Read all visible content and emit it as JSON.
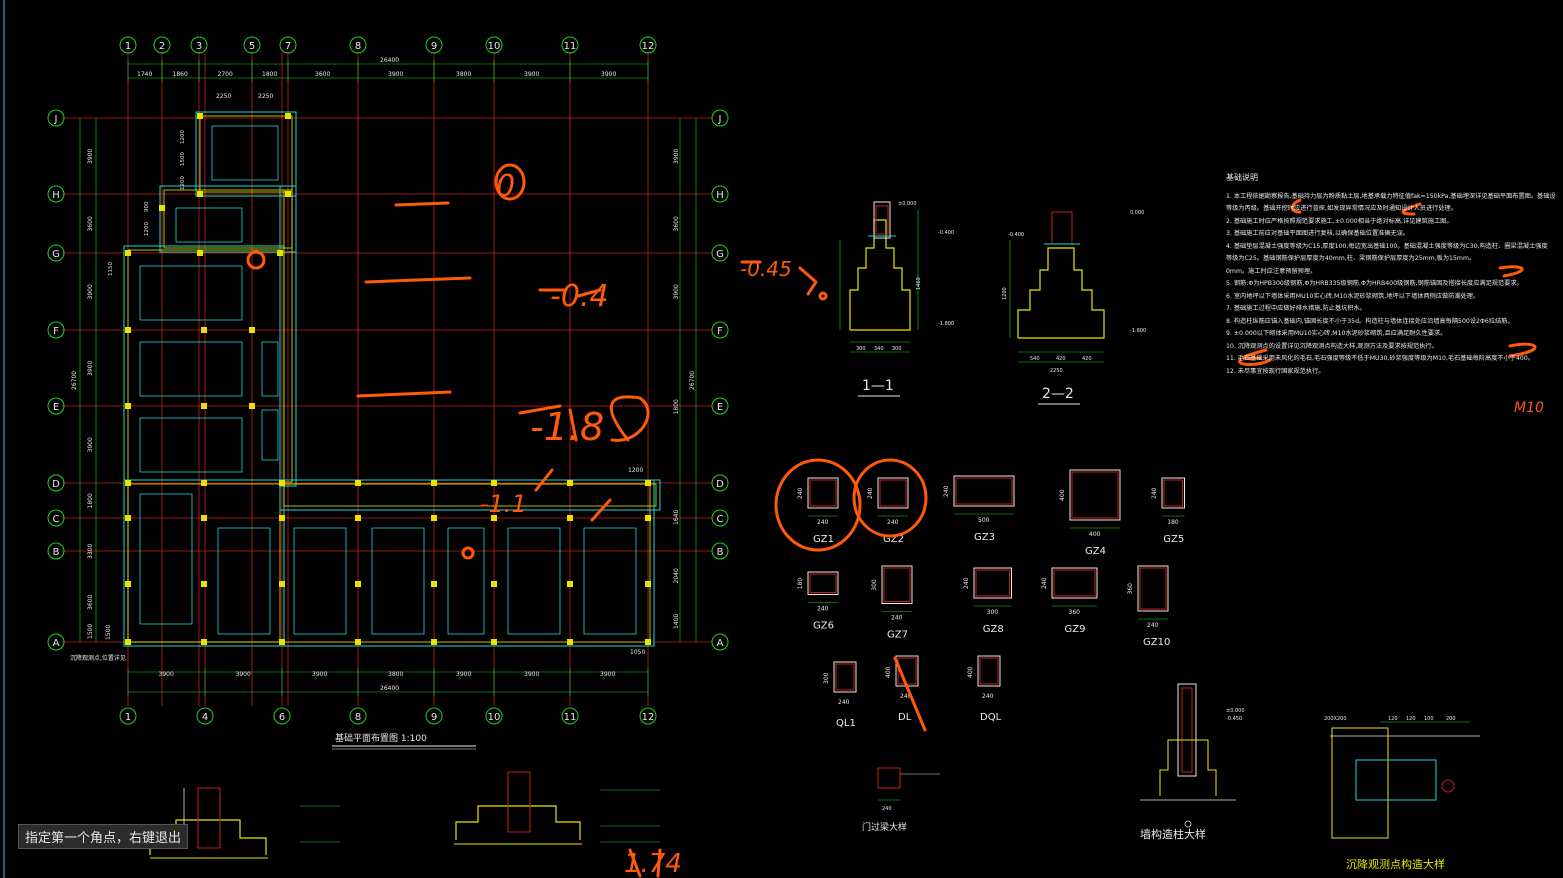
{
  "status": {
    "prompt": "指定第一个角点，右键退出"
  },
  "plan": {
    "title": "基础平面布置图 1:100",
    "top_axes": [
      "1",
      "2",
      "3",
      "5",
      "7",
      "8",
      "9",
      "10",
      "11",
      "12"
    ],
    "bottom_axes": [
      "1",
      "4",
      "6",
      "8",
      "9",
      "10",
      "11",
      "12"
    ],
    "row_axes": [
      "J",
      "H",
      "G",
      "F",
      "E",
      "D",
      "C",
      "B",
      "A"
    ],
    "top_total": "26400",
    "top_dims": [
      "1740",
      "1860",
      "2700",
      "1800",
      "3600",
      "3900",
      "3800",
      "3900",
      "3900"
    ],
    "inner_dims": [
      "2250",
      "2250"
    ],
    "bottom_dims": [
      "3900",
      "3900",
      "3900",
      "3800",
      "3900",
      "3900"
    ],
    "bottom_total": "26400",
    "left_dims": [
      "3900",
      "3600",
      "3900",
      "3900",
      "3900",
      "1800",
      "3300",
      "3600",
      "1500"
    ],
    "left_side_dims": [
      "1200",
      "1500",
      "1200",
      "900",
      "1200",
      "1150"
    ],
    "right_dims": [
      "3900",
      "3600",
      "3900",
      "1800",
      "1640",
      "2040",
      "1400"
    ],
    "right_total": "26700",
    "left_total": "26700",
    "small_dims": [
      "1200",
      "1500",
      "1050"
    ],
    "note": "沉降观测点,位置详见"
  },
  "sections": {
    "s11": {
      "label": "1—1",
      "dims": [
        "±0.000",
        "-0.400",
        "-1.800",
        "300",
        "340",
        "300",
        "1460"
      ]
    },
    "s22": {
      "label": "2—2",
      "dims": [
        "0.000",
        "-1.800",
        "-0.400",
        "1200",
        "2250",
        "540",
        "420",
        "420"
      ]
    }
  },
  "columns": [
    {
      "name": "GZ1",
      "w": "240",
      "h": "240"
    },
    {
      "name": "GZ2",
      "w": "240",
      "h": "240"
    },
    {
      "name": "GZ3",
      "w": "500",
      "h": "240"
    },
    {
      "name": "GZ4",
      "w": "400",
      "h": "400"
    },
    {
      "name": "GZ5",
      "w": "180",
      "h": "240"
    },
    {
      "name": "GZ6",
      "w": "240",
      "h": "180"
    },
    {
      "name": "GZ7",
      "w": "240",
      "h": "300"
    },
    {
      "name": "GZ8",
      "w": "300",
      "h": "240"
    },
    {
      "name": "GZ9",
      "w": "360",
      "h": "240"
    },
    {
      "name": "GZ10",
      "w": "240",
      "h": "360"
    }
  ],
  "beams": [
    {
      "name": "QL1",
      "w": "240",
      "h": "300"
    },
    {
      "name": "DL",
      "w": "240",
      "h": "400"
    },
    {
      "name": "DQL",
      "w": "240",
      "h": "400"
    }
  ],
  "lintel": {
    "label": "门过梁大样",
    "dim": "240"
  },
  "wall_col": {
    "label": "墙构造柱大样",
    "elev1": "±0.000",
    "elev2": "-0.450"
  },
  "settle": {
    "label": "沉降观测点构造大样",
    "dims": [
      "200X200",
      "120",
      "120",
      "100",
      "200"
    ]
  },
  "notes": {
    "title": "基础说明",
    "lines": [
      "1. 本工程依据勘察报告,基础持力层为粉质黏土层,地基承载力特征值fak=150kPa,基础埋深详见基础平面布置图。基础设计",
      "等级为丙级。基础开挖时应进行普探,如发现异常情况应及时通知设计人员进行处理。",
      "2. 基础施工时应严格按照规范要求施工,±0.000相当于绝对标高,详见建筑施工图。",
      "3. 基础施工前应对基础平面图进行复核,以确保基础位置准确无误。",
      "4. 基础垫层混凝土强度等级为C15,厚度100,每边宽出基础100。基础混凝土强度等级为C30,构造柱、圈梁混凝土强度",
      "等级为C25。基础钢筋保护层厚度为40mm,柱、梁钢筋保护层厚度为25mm,板为15mm。",
      "0mm。施工时应注意预留预埋。",
      "5. 钢筋:Φ为HPB300级钢筋,Φ为HRB335级钢筋,Φ为HRB400级钢筋,钢筋锚固及搭接长度应满足规范要求。",
      "6. 室内地坪以下墙体采用MU10实心砖,M10水泥砂浆砌筑,地坪以下墙体两侧应做防潮处理。",
      "7. 基础施工过程中应做好排水措施,防止基坑积水。",
      "8. 构造柱纵筋应锚入基础内,锚固长度不小于35d。构造柱与墙体连接处应沿墙高每隔500设2Φ6拉结筋。",
      "9. ±0.000以下砌体采用MU10实心砖,M10水泥砂浆砌筑,且应满足耐久性要求。",
      "10. 沉降观测点的设置详见沉降观测点构造大样,观测方法及要求按规范执行。",
      "11. 毛石基础采用未风化的毛石,毛石强度等级不低于MU30,砂浆强度等级为M10,毛石基础每阶高度不小于400。",
      "12. 未尽事宜按现行国家规范执行。"
    ]
  },
  "annotations": [
    "0",
    "-0.4",
    "-0.45",
    "-1.8",
    "1.74",
    "M10",
    "-1.1"
  ],
  "colors": {
    "background": "#000000",
    "grid_red": "#c81e1e",
    "wall_cyan": "#18d8d8",
    "wall_yellow": "#e6e600",
    "dim_green": "#1fd21f",
    "markup_orange": "#ff5a0a",
    "text_white": "#e8e8e8"
  }
}
